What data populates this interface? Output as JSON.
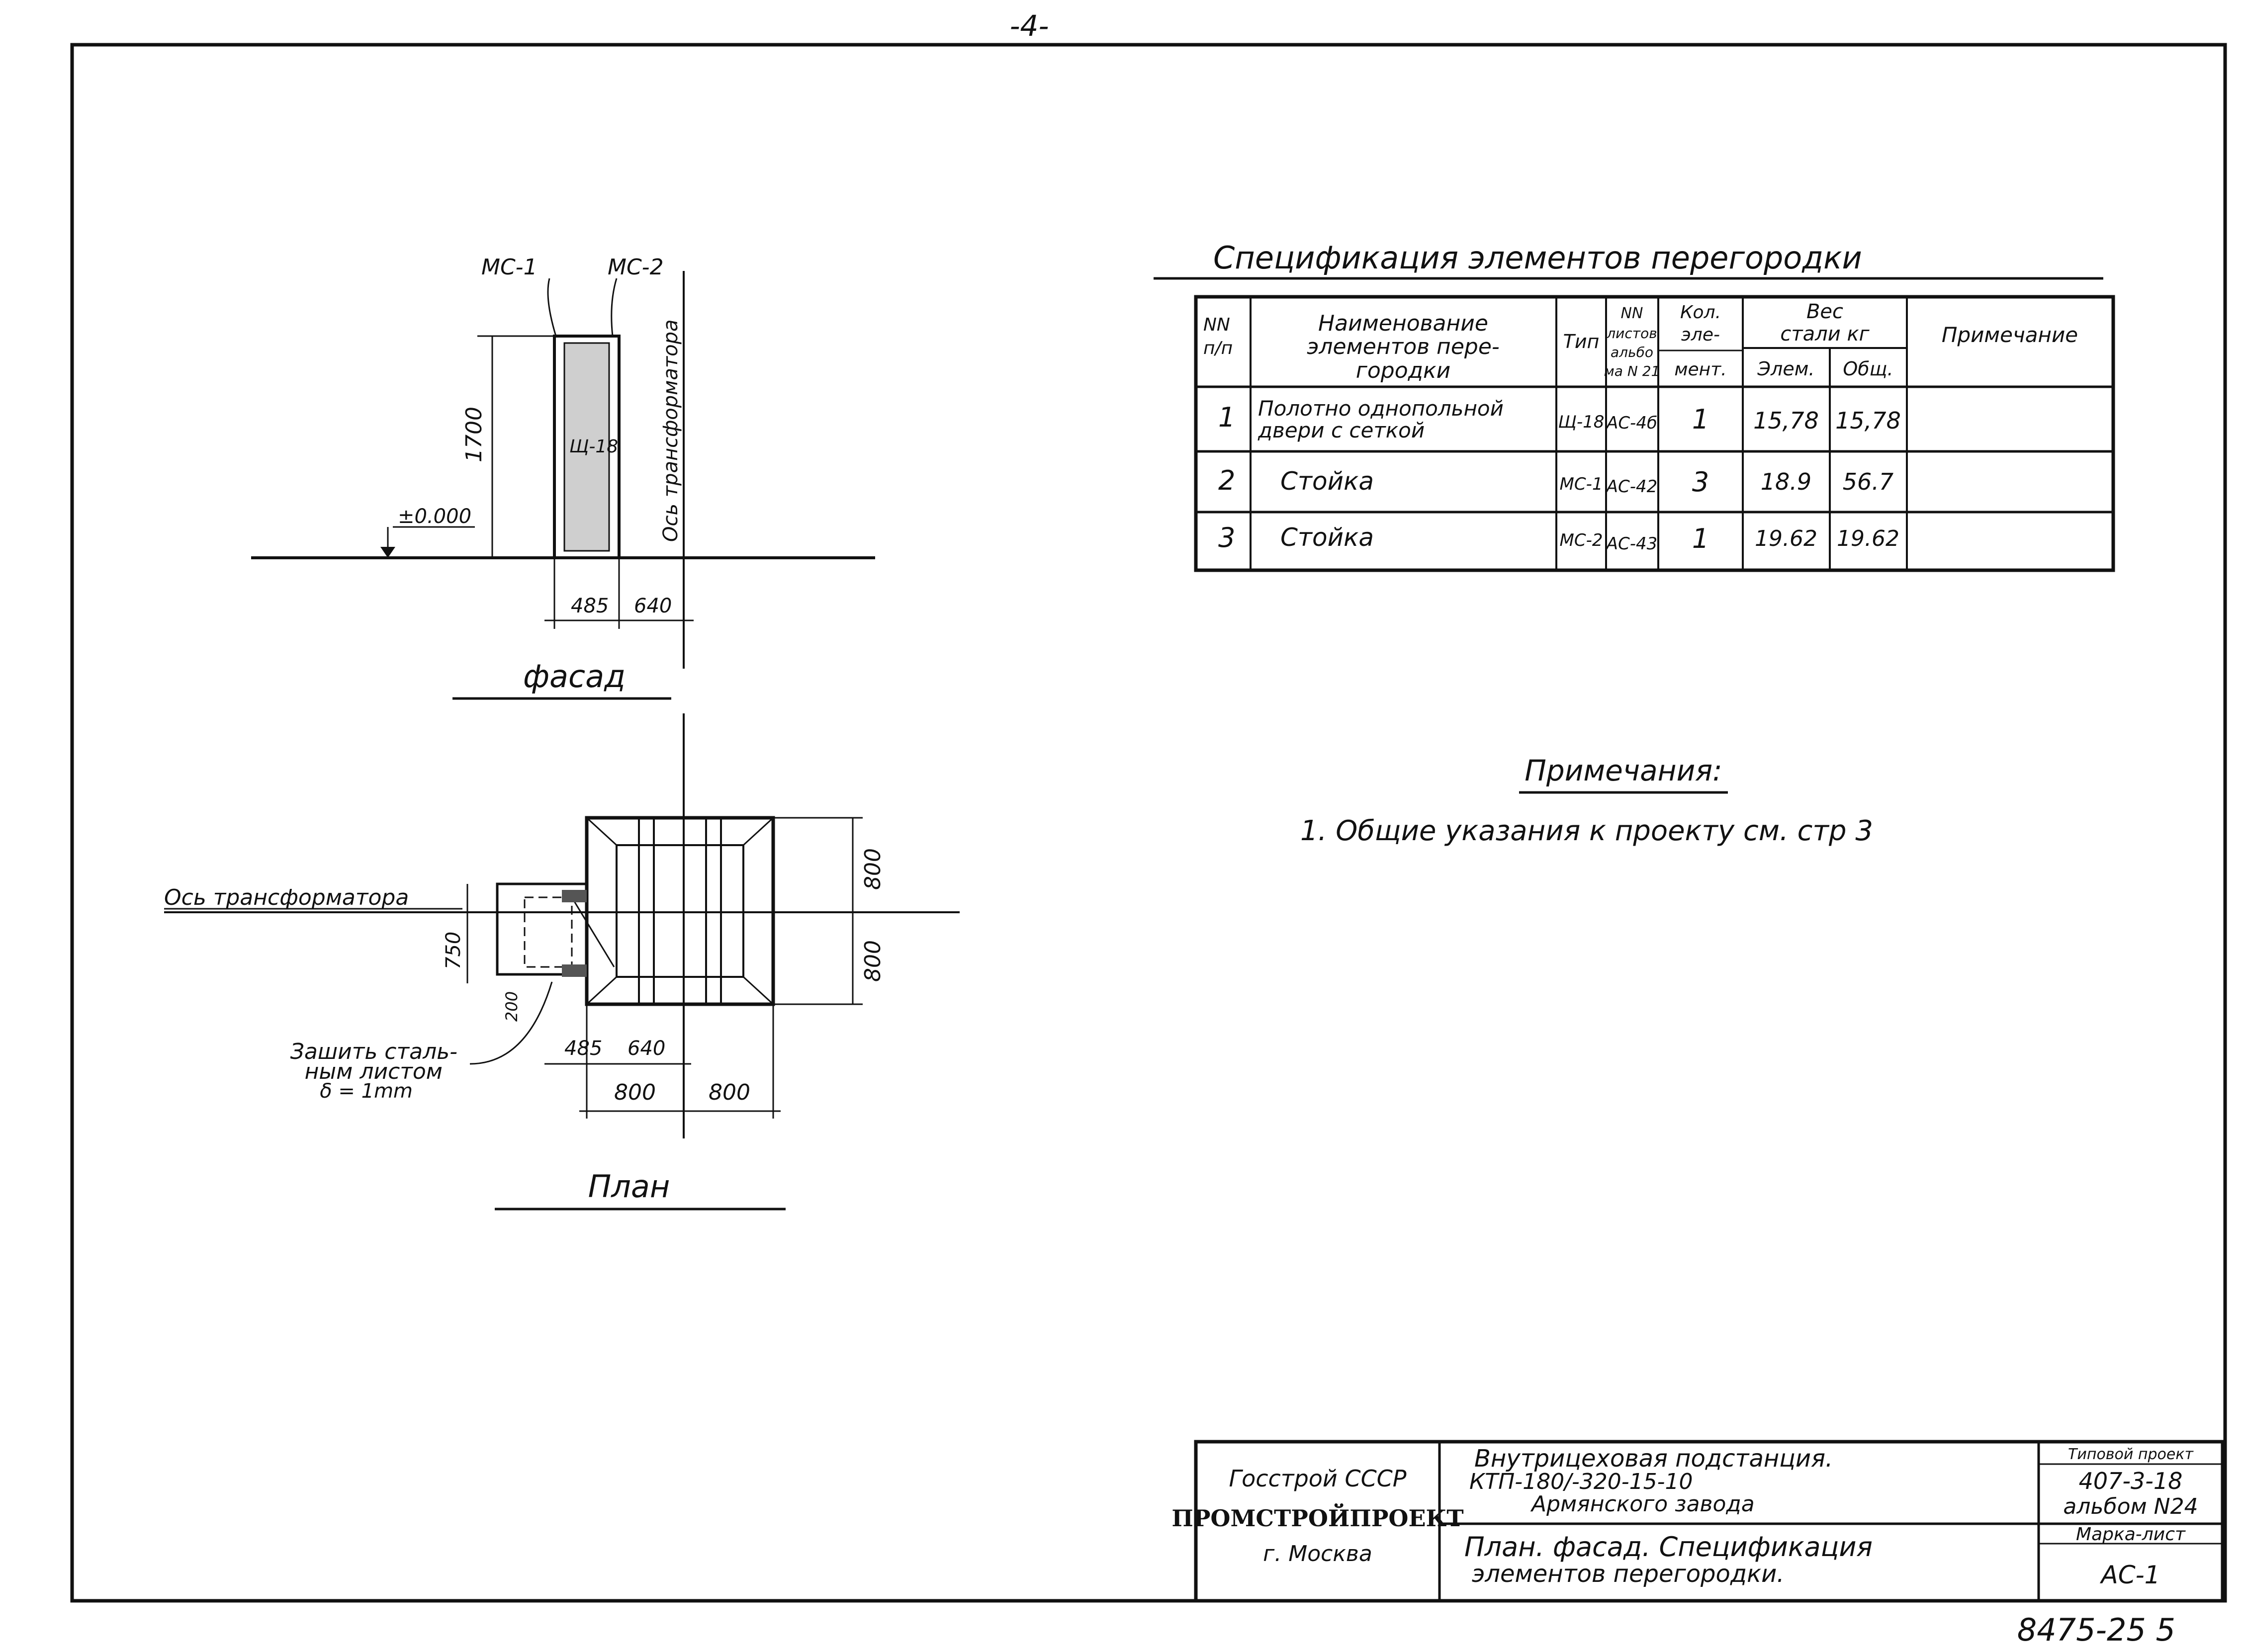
{
  "page_number": "-4-",
  "facade": {
    "title": "фасад",
    "labels": {
      "mc1": "МС-1",
      "mc2": "МС-2",
      "door": "Щ-18",
      "level": "±0.000",
      "axis": "Ось трансформатора"
    },
    "dims": {
      "height": "1700",
      "w1": "485",
      "w2": "640"
    }
  },
  "plan": {
    "title": "План",
    "axis_label": "Ось трансформатора",
    "note": [
      "Зашить сталь-",
      "ным листом",
      "δ = 1mm"
    ],
    "dims": {
      "v_top": "800",
      "v_bottom": "800",
      "v_left": "750",
      "small": "200",
      "w1": "485",
      "w2": "640",
      "b1": "800",
      "b2": "800"
    }
  },
  "spec": {
    "title": "Спецификация элементов перегородки",
    "headers": {
      "num": [
        "NN",
        "п/п"
      ],
      "name": [
        "Наименование",
        "элементов пере-",
        "городки"
      ],
      "type": "Тип",
      "sheets": [
        "NN",
        "листов",
        "альбо",
        "ма N 21"
      ],
      "qty": [
        "Кол.",
        "эле-",
        "мент."
      ],
      "weight": [
        "Вес",
        "стали кг"
      ],
      "w_elem": "Элем.",
      "w_total": "Общ.",
      "note": "Примечание"
    },
    "rows": [
      {
        "num": "1",
        "name": [
          "Полотно однопольной",
          "двери с сеткой"
        ],
        "type": "Щ-18",
        "sheet": "АС-4б",
        "qty": "1",
        "w_elem": "15,78",
        "w_total": "15,78",
        "note": ""
      },
      {
        "num": "2",
        "name": [
          "Стойка"
        ],
        "type": "МС-1",
        "sheet": "АС-42",
        "qty": "3",
        "w_elem": "18.9",
        "w_total": "56.7",
        "note": ""
      },
      {
        "num": "3",
        "name": [
          "Стойка"
        ],
        "type": "МС-2",
        "sheet": "АС-43",
        "qty": "1",
        "w_elem": "19.62",
        "w_total": "19.62",
        "note": ""
      }
    ]
  },
  "notes": {
    "title": "Примечания:",
    "items": [
      "1. Общие указания к проекту см. стр 3"
    ]
  },
  "title_block": {
    "org": [
      "Госстрой СССР",
      "ПРОМСТРОЙПРОЕКТ",
      "г. Москва"
    ],
    "project": [
      "Внутрицеховая подстанция.",
      "КТП-180/-320-15-10",
      "Армянского завода"
    ],
    "sheet_title": [
      "План. фасад. Спецификация",
      "элементов перегородки."
    ],
    "right": [
      "Типовой проект",
      "407-3-18",
      "альбом N24",
      "Марка-лист",
      "АС-1"
    ]
  },
  "stamp": "8475-25   5"
}
